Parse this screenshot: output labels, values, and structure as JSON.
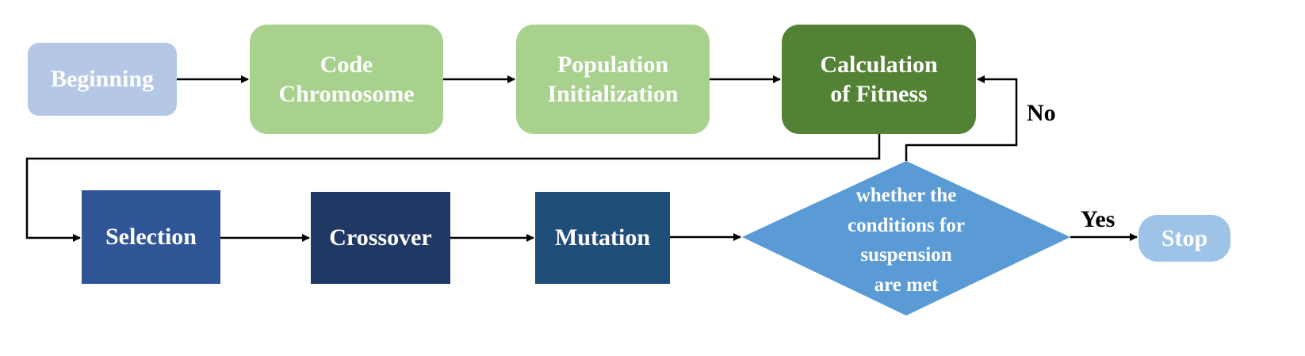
{
  "nodes": {
    "beginning": "Beginning",
    "code_chromosome": [
      "Code",
      "Chromosome"
    ],
    "population_initialization": [
      "Population",
      "Initialization"
    ],
    "calculation_of_fitness": [
      "Calculation",
      "of Fitness"
    ],
    "selection": "Selection",
    "crossover": "Crossover",
    "mutation": "Mutation",
    "decision": [
      "whether the",
      "conditions for",
      "suspension",
      "are met"
    ],
    "stop": "Stop"
  },
  "edge_labels": {
    "no": "No",
    "yes": "Yes"
  },
  "colors": {
    "beginning": "#b4c7e7",
    "code_chromosome": "#a9d18e",
    "population_initialization": "#a9d18e",
    "calculation_of_fitness": "#548235",
    "selection": "#2f5597",
    "crossover": "#203864",
    "mutation": "#1f4e79",
    "decision": "#5b9bd5",
    "stop": "#9dc3e6"
  }
}
